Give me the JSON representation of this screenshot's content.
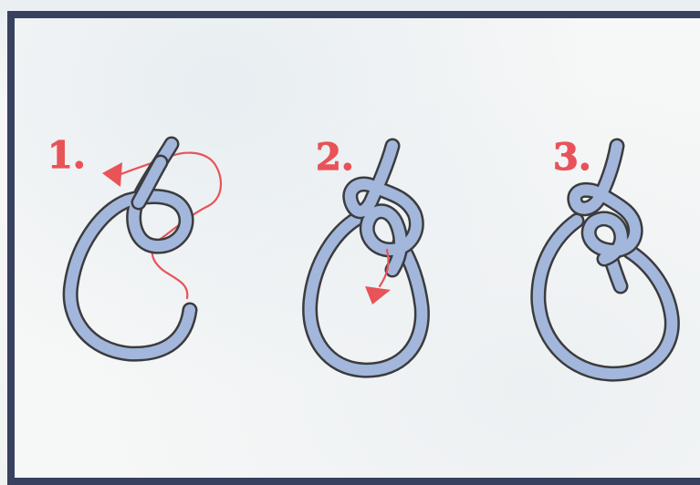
{
  "steps": [
    {
      "label": "1."
    },
    {
      "label": "2."
    },
    {
      "label": "3."
    }
  ],
  "colors": {
    "frame": "#38415f",
    "rope_fill": "#a3b7dc",
    "rope_outline": "#3c3c3e",
    "arrow": "#e85358",
    "background": "#f6f7f7"
  },
  "icons": {
    "step_1_arrow": "curved-arrow-icon",
    "step_2_arrow": "curved-arrow-icon"
  }
}
